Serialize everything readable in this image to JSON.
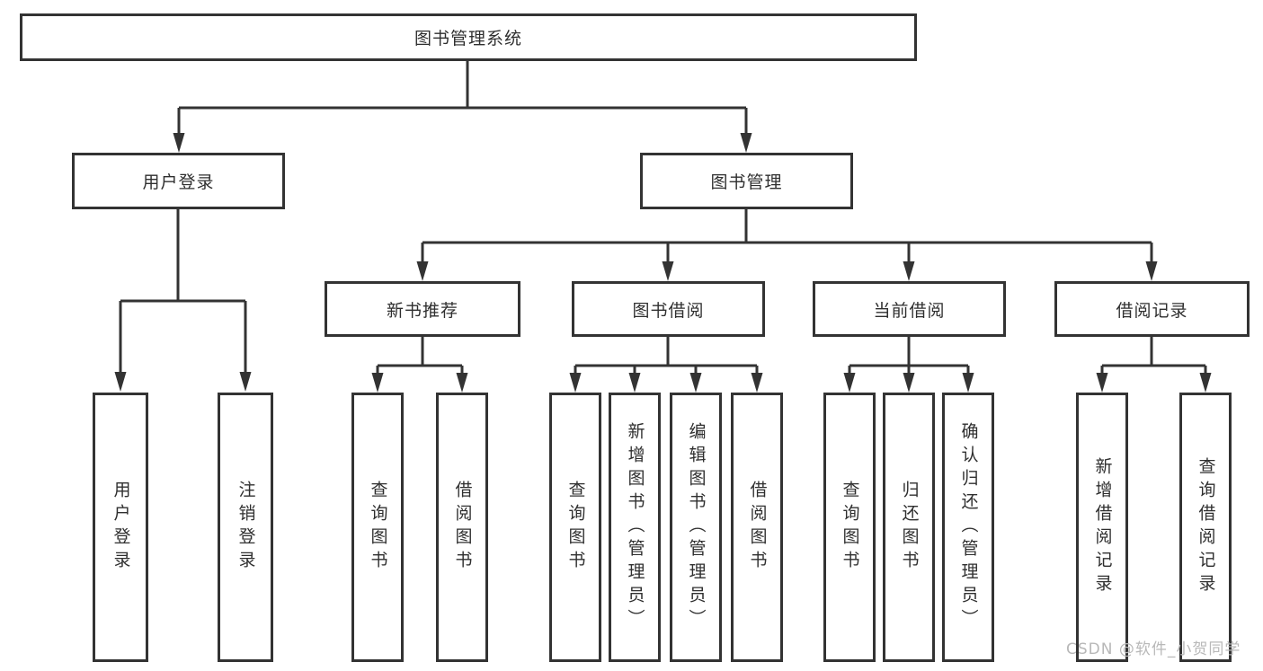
{
  "diagram": {
    "root": "图书管理系统",
    "branches": [
      {
        "label": "用户登录",
        "children": [
          "用户登录",
          "注销登录"
        ]
      },
      {
        "label": "图书管理",
        "sections": [
          {
            "label": "新书推荐",
            "children": [
              "查询图书",
              "借阅图书"
            ]
          },
          {
            "label": "图书借阅",
            "children": [
              "查询图书",
              "新增图书（管理员）",
              "编辑图书（管理员）",
              "借阅图书"
            ]
          },
          {
            "label": "当前借阅",
            "children": [
              "查询图书",
              "归还图书",
              "确认归还（管理员）"
            ]
          },
          {
            "label": "借阅记录",
            "children": [
              "新增借阅记录",
              "查询借阅记录"
            ]
          }
        ]
      }
    ]
  },
  "watermark": "CSDN @软件_小贺同学",
  "colors": {
    "line": "#333333",
    "text": "#2f2f2f",
    "background": "#ffffff",
    "watermark": "#b8b8b8"
  }
}
